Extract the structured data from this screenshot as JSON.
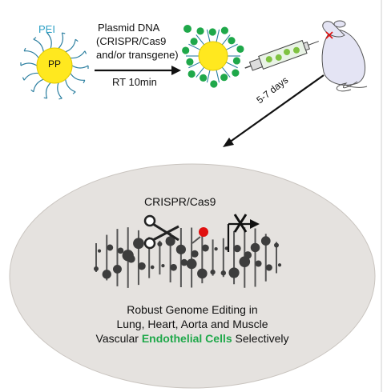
{
  "nanoparticle": {
    "coating_label": "PEI",
    "core_label": "PP"
  },
  "reaction": {
    "payload_title": "Plasmid DNA",
    "payload_line2": "(CRISPR/Cas9",
    "payload_line3": "and/or transgene)",
    "condition": "RT 10min"
  },
  "injection": {
    "duration": "5-7 days"
  },
  "outcome": {
    "mechanism": "CRISPR/Cas9",
    "line1": "Robust Genome Editing in",
    "line2": "Lung, Heart, Aorta and Muscle",
    "line3_pre": "Vascular",
    "line3_highlight": "Endothelial Cells",
    "line3_post": "Selectively"
  },
  "colors": {
    "pei_strands": "#2c7fa0",
    "pei_label": "#2a9fc4",
    "core": "#ffe81f",
    "dna_dot": "#1fa84a",
    "highlight": "#1fa84a",
    "ellipse_fill": "#e5e2df",
    "ellipse_stroke": "#c9c4bf",
    "pin": "#e01010",
    "dna_helix": "#555555"
  },
  "icons": [
    "scissors-icon",
    "syringe-icon",
    "mouse-icon",
    "red-x-icon",
    "blocked-transcription-arrow-icon",
    "map-pin-icon"
  ]
}
